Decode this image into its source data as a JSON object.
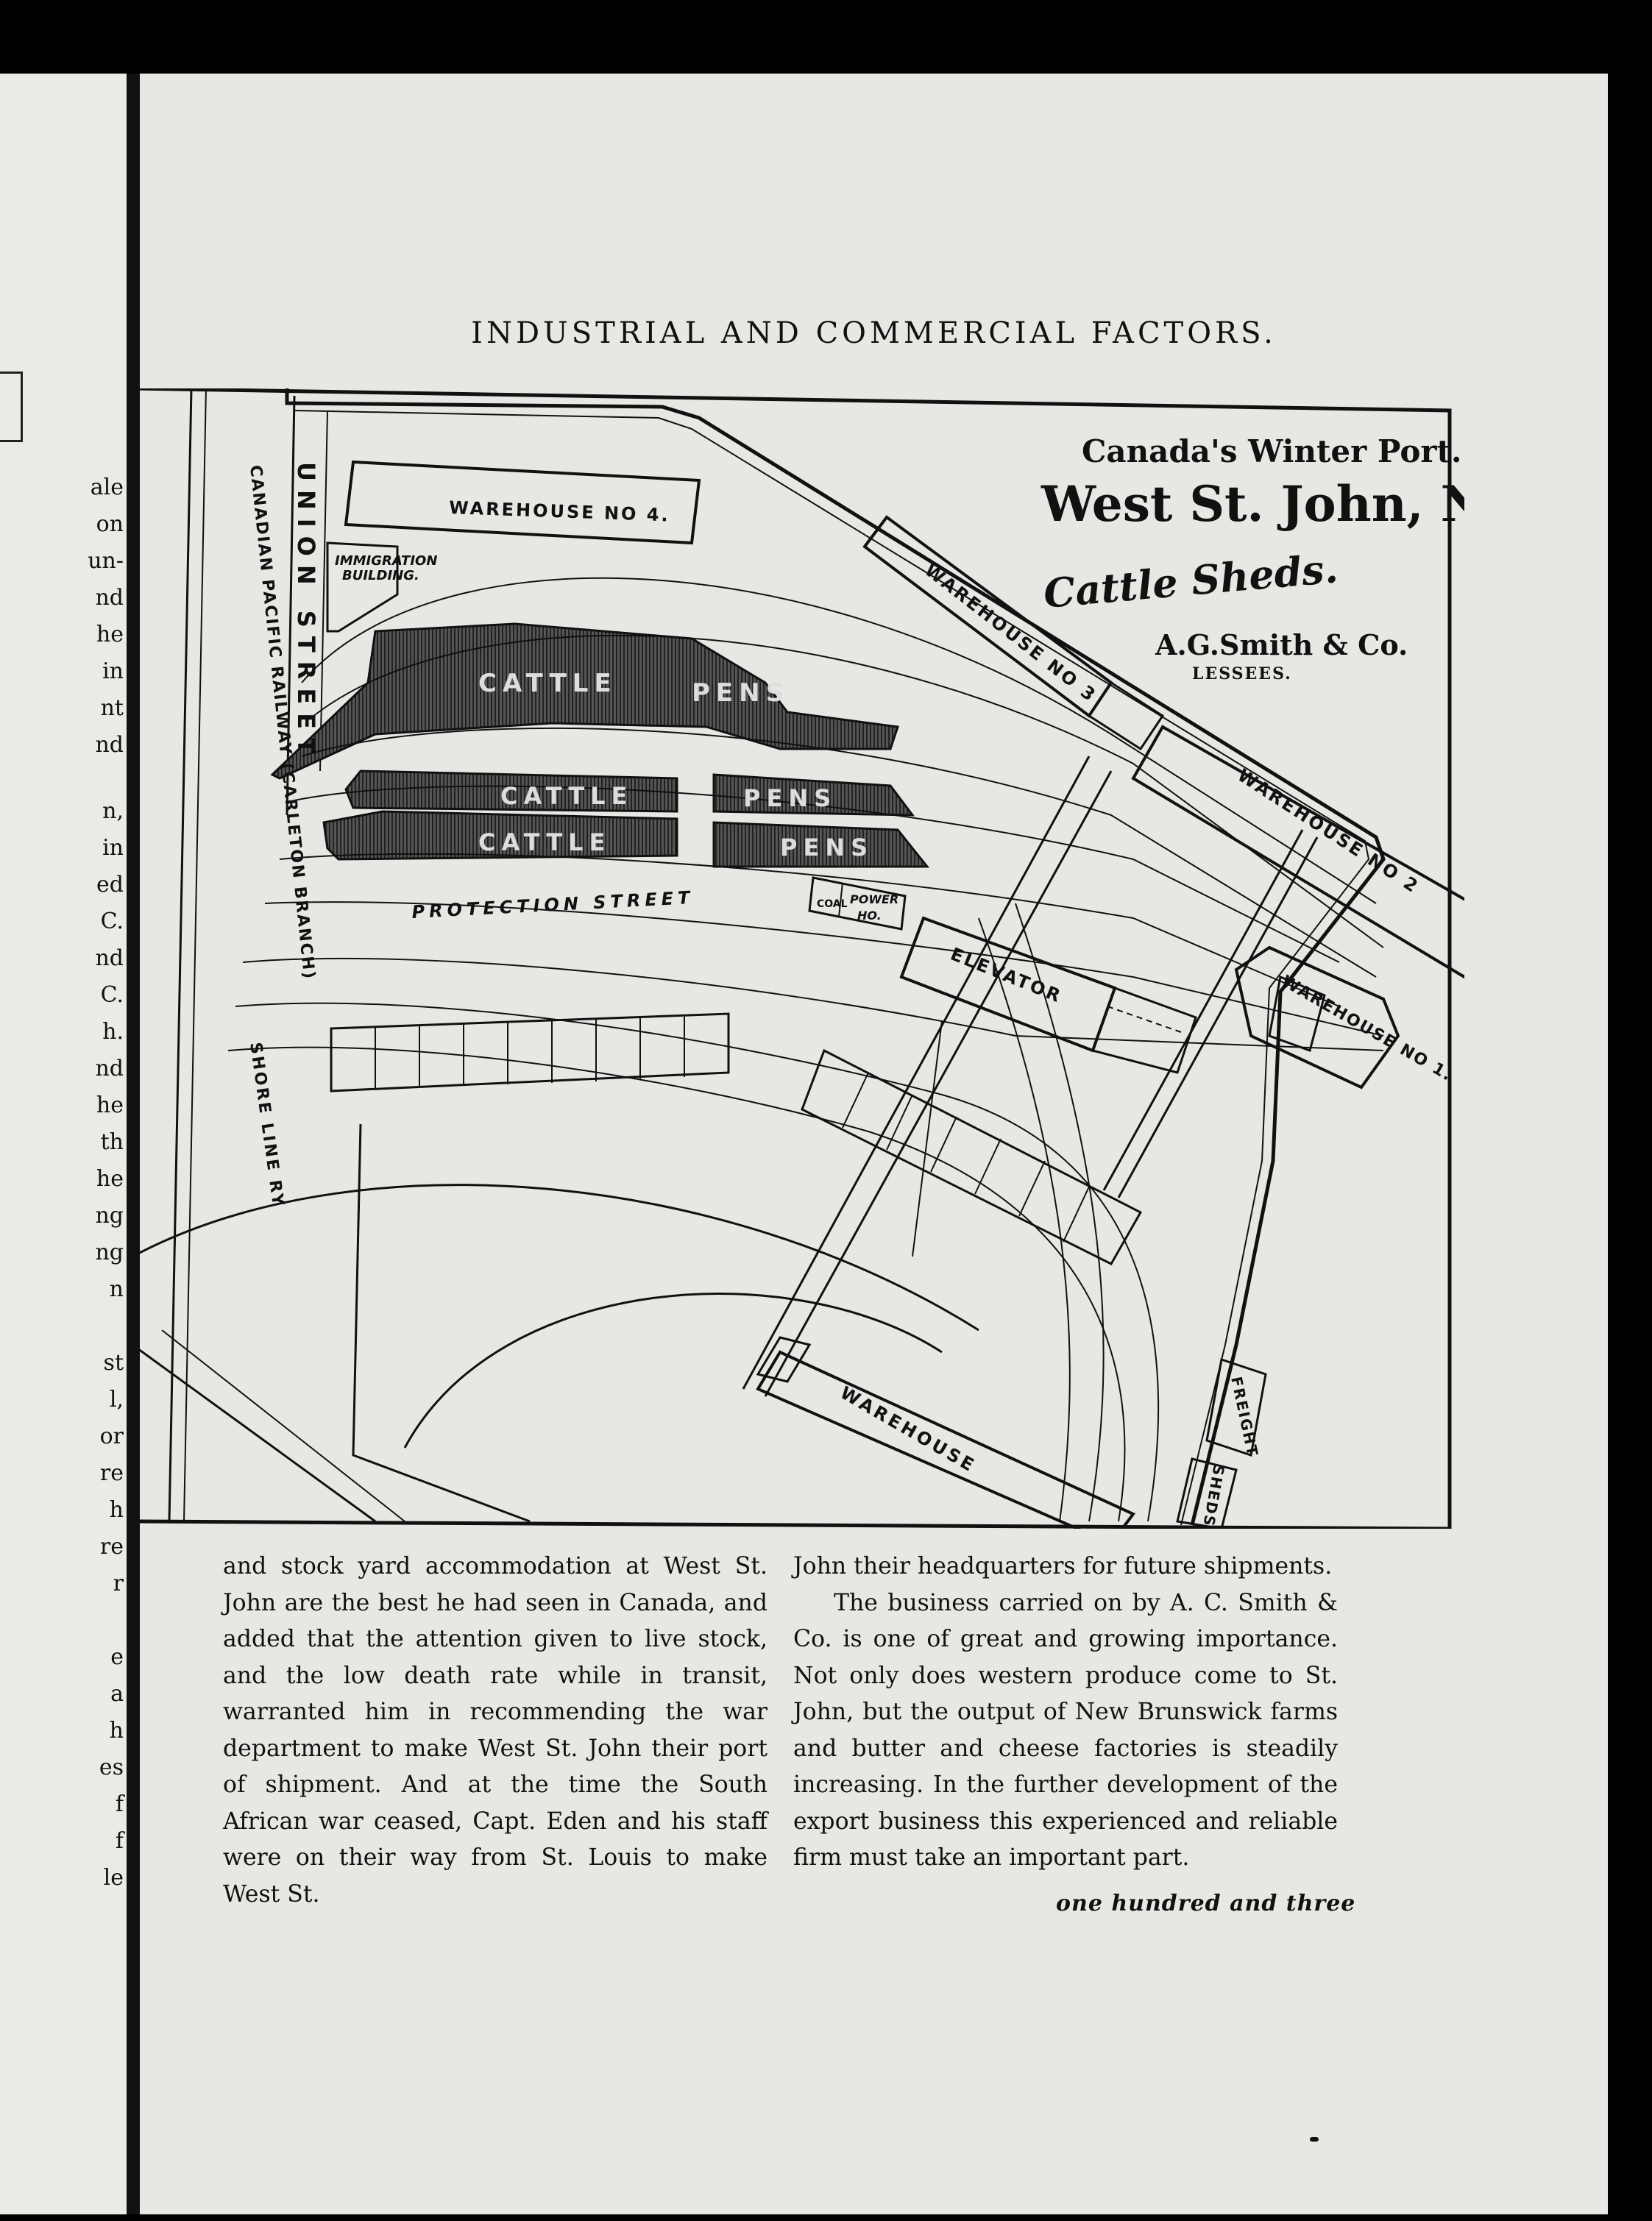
{
  "left_page_fragments": [
    "ale",
    "on",
    "un-",
    "nd",
    "he",
    "in",
    "nt",
    "nd",
    "n,",
    "in",
    "ed",
    "C.",
    "nd",
    "C.",
    "h.",
    "nd",
    "he",
    "th",
    "he",
    "ng",
    "ng",
    "n",
    "st",
    "l,",
    "or",
    "re",
    "h",
    "re",
    "r",
    "e",
    "a",
    "h",
    "es",
    "f",
    "f",
    "le"
  ],
  "header": {
    "title": "INDUSTRIAL AND COMMERCIAL FACTORS."
  },
  "map": {
    "title_line1": "Canada's Winter Port.",
    "title_line2": "West St. John, N.B.",
    "subtitle": "Cattle Sheds.",
    "lessee_name": "A.G.Smith & Co.",
    "lessee_label": "LESSEES.",
    "labels": {
      "union_street": "UNION STREET",
      "canadian_pacific": "CANADIAN PACIFIC RAILWAY (CARLETON BRANCH)",
      "shore_line": "SHORE LINE RY",
      "warehouse_4": "WAREHOUSE NO 4.",
      "warehouse_3": "WAREHOUSE NO 3",
      "warehouse_2": "WAREHOUSE NO 2",
      "warehouse_1": "WAREHOUSE NO 1.",
      "warehouse": "WAREHOUSE",
      "immigration_1": "IMMIGRATION",
      "immigration_2": "BUILDING.",
      "cattle_pens_top_1": "CATTLE",
      "cattle_pens_top_2": "PENS",
      "cattle_2": "CATTLE",
      "pens_2": "PENS",
      "cattle_3": "CATTLE",
      "pens_3": "PENS",
      "protection_street": "PROTECTION STREET",
      "coal": "COAL",
      "power_house_1": "POWER",
      "power_house_2": "HO.",
      "elevator": "ELEVATOR",
      "freight": "FREIGHT",
      "sheds": "SHEDS"
    }
  },
  "body": {
    "col1_p1": "and stock yard accommodation at West St. John are the best he had seen in Canada, and added that the attention given to live stock, and the low death rate while in transit, warranted him in recommending the war department to make West St. John their port of shipment. And at the time the South African war ceased, Capt. Eden and his staff were on their way from St. Louis to make West St.",
    "col2_p1": "John their headquarters for future shipments.",
    "col2_p2": "The business carried on by A. C. Smith & Co. is one of great and growing importance. Not only does western produce come to St. John, but the output of New Brunswick farms and butter and cheese factories is steadily increasing. In the further development of the export business this experienced and reliable firm must take an important part."
  },
  "footer": {
    "folio": "one hundred and three"
  }
}
